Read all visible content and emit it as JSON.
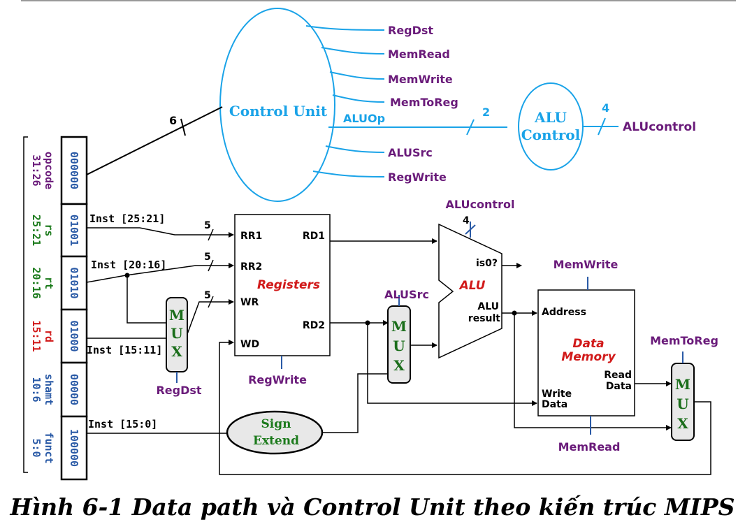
{
  "colors": {
    "control_line": "#1aa3e8",
    "signal": "#6a1b7a",
    "reg_blue": "#2a5aa6",
    "field_green": "#1b7a1b",
    "field_red": "#d11a1a",
    "mux_green": "#1b6e1b",
    "red_text": "#d11a1a",
    "sign_green": "#1b7a1b"
  },
  "control_unit": {
    "label": "Control Unit",
    "outputs": [
      "RegDst",
      "MemRead",
      "MemWrite",
      "MemToReg",
      "ALUSrc",
      "RegWrite"
    ],
    "aluop_label": "ALUOp",
    "aluop_width": "2",
    "opcode_width": "6"
  },
  "alu_control": {
    "label_line1": "ALU",
    "label_line2": "Control",
    "out_width": "4",
    "out_label": "ALUcontrol"
  },
  "instruction": {
    "fields": [
      {
        "bits": "000000",
        "name": "opcode",
        "range": "31:26",
        "color": "#6a1b7a"
      },
      {
        "bits": "01001",
        "name": "rs",
        "range": "25:21",
        "color": "#1b7a1b"
      },
      {
        "bits": "01010",
        "name": "rt",
        "range": "20:16",
        "color": "#1b7a1b"
      },
      {
        "bits": "01000",
        "name": "rd",
        "range": "15:11",
        "color": "#d11a1a"
      },
      {
        "bits": "00000",
        "name": "shamt",
        "range": "10:6",
        "color": "#2a5aa6"
      },
      {
        "bits": "100000",
        "name": "funct",
        "range": "5:0",
        "color": "#2a5aa6"
      }
    ]
  },
  "wires": {
    "inst_25_21": "Inst [25:21]",
    "inst_20_16": "Inst [20:16]",
    "inst_15_11": "Inst [15:11]",
    "inst_15_0": "Inst [15:0]",
    "width_5": "5"
  },
  "registers": {
    "title": "Registers",
    "rr1": "RR1",
    "rr2": "RR2",
    "wr": "WR",
    "wd": "WD",
    "rd1": "RD1",
    "rd2": "RD2",
    "control": "RegWrite"
  },
  "regdst_mux": {
    "letters": [
      "M",
      "U",
      "X"
    ],
    "control": "RegDst"
  },
  "alusrc_mux": {
    "letters": [
      "M",
      "U",
      "X"
    ],
    "control": "ALUSrc"
  },
  "memtoreg_mux": {
    "letters": [
      "M",
      "U",
      "X"
    ],
    "control": "MemToReg"
  },
  "sign_extend": {
    "line1": "Sign",
    "line2": "Extend"
  },
  "alu": {
    "title": "ALU",
    "is0": "is0?",
    "result_line1": "ALU",
    "result_line2": "result",
    "control": "ALUcontrol",
    "control_width": "4"
  },
  "data_memory": {
    "title_line1": "Data",
    "title_line2": "Memory",
    "address": "Address",
    "write_line1": "Write",
    "write_line2": "Data",
    "read_line1": "Read",
    "read_line2": "Data",
    "control_top": "MemWrite",
    "control_bottom": "MemRead"
  },
  "caption": "Hình 6-1 Data path và Control Unit theo kiến trúc MIPS"
}
